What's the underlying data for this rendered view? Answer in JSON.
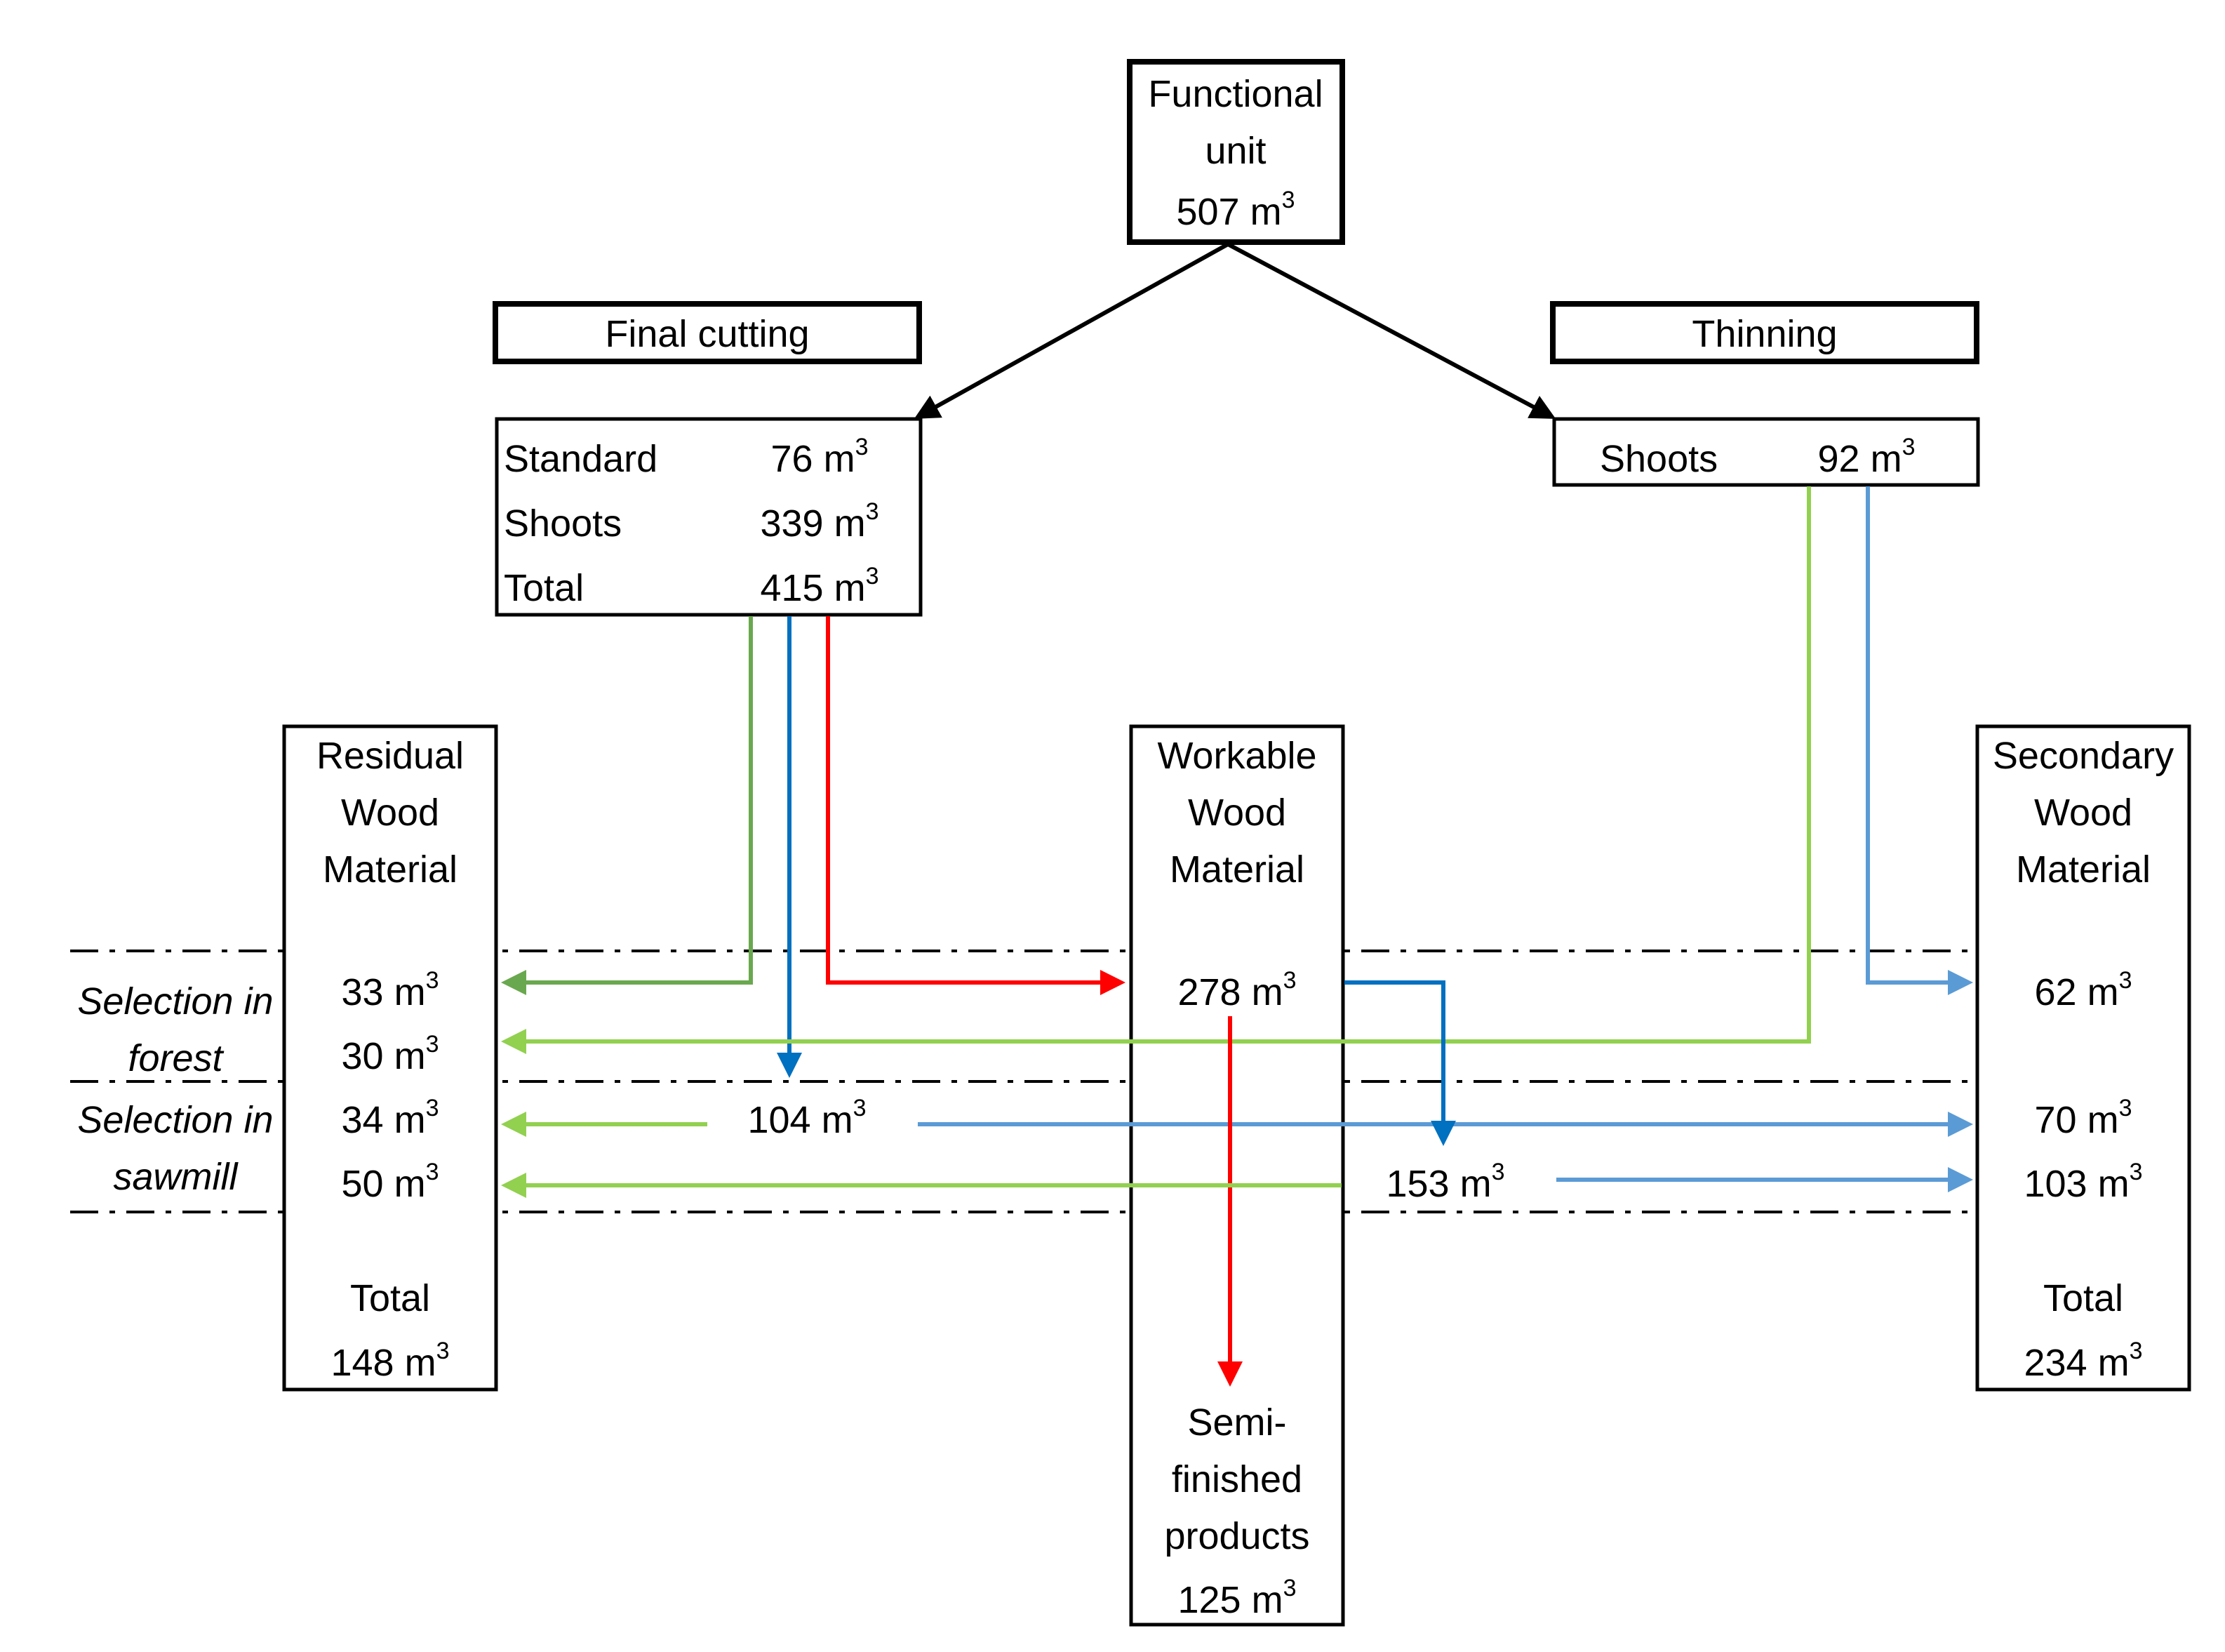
{
  "functional_unit": {
    "line1": "Functional",
    "line2": "unit",
    "value": "507 m",
    "unit_exp": "3"
  },
  "final_cutting": {
    "header": "Final cutting",
    "rows": [
      {
        "label": "Standard",
        "value": "76 m",
        "unit_exp": "3"
      },
      {
        "label": "Shoots",
        "value": "339 m",
        "unit_exp": "3"
      },
      {
        "label": "Total",
        "value": "415 m",
        "unit_exp": "3"
      }
    ]
  },
  "thinning": {
    "header": "Thinning",
    "rows": [
      {
        "label": "Shoots",
        "value": "92 m",
        "unit_exp": "3"
      }
    ]
  },
  "residual": {
    "title": [
      "Residual",
      "Wood",
      "Material"
    ],
    "values": [
      {
        "value": "33 m",
        "unit_exp": "3"
      },
      {
        "value": "30 m",
        "unit_exp": "3"
      },
      {
        "value": "34 m",
        "unit_exp": "3"
      },
      {
        "value": "50 m",
        "unit_exp": "3"
      }
    ],
    "total_label": "Total",
    "total": {
      "value": "148 m",
      "unit_exp": "3"
    }
  },
  "workable": {
    "title": [
      "Workable",
      "Wood",
      "Material"
    ],
    "value": {
      "value": "278 m",
      "unit_exp": "3"
    }
  },
  "secondary": {
    "title": [
      "Secondary",
      "Wood",
      "Material"
    ],
    "values": [
      {
        "value": "62 m",
        "unit_exp": "3"
      },
      {
        "value": "70 m",
        "unit_exp": "3"
      },
      {
        "value": "103 m",
        "unit_exp": "3"
      }
    ],
    "total_label": "Total",
    "total": {
      "value": "234 m",
      "unit_exp": "3"
    }
  },
  "semi_finished": {
    "lines": [
      "Semi-",
      "finished",
      "products"
    ],
    "value": {
      "value": "125 m",
      "unit_exp": "3"
    }
  },
  "flows": {
    "mid_104": {
      "value": "104 m",
      "unit_exp": "3"
    },
    "mid_153": {
      "value": "153 m",
      "unit_exp": "3"
    }
  },
  "row_labels": {
    "forest": [
      "Selection in",
      "forest"
    ],
    "sawmill": [
      "Selection in",
      "sawmill"
    ]
  },
  "colors": {
    "dark_green": "#6aa84f",
    "light_green": "#92d050",
    "dark_blue": "#0070c0",
    "light_blue": "#5b9bd5",
    "red": "#ff0000",
    "black": "#000000"
  }
}
